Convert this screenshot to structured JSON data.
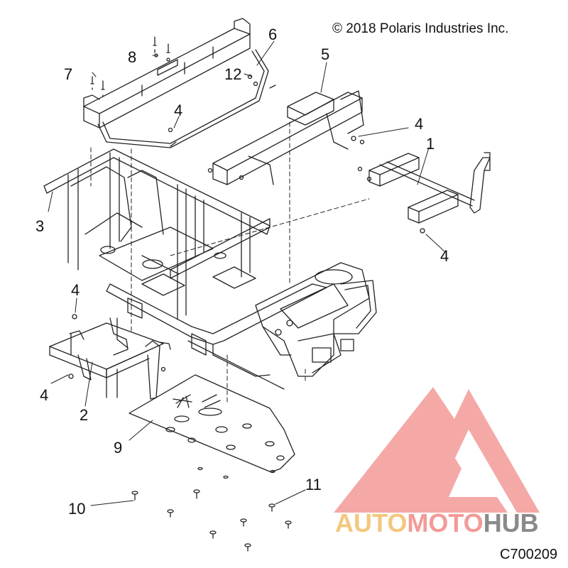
{
  "copyright": "© 2018 Polaris Industries Inc.",
  "diagram_code": "C700209",
  "watermark": {
    "part1": "AUTO",
    "part2": "MOTO",
    "part3": "HUB",
    "colors": {
      "auto": "#f3c87e",
      "moto": "#f39a97",
      "hub": "#8a8a8a",
      "logo": "#f08f8f"
    }
  },
  "callouts": {
    "c1": "1",
    "c2": "2",
    "c3": "3",
    "c4a": "4",
    "c4b": "4",
    "c4c": "4",
    "c4d": "4",
    "c4e": "4",
    "c5": "5",
    "c6": "6",
    "c7": "7",
    "c8": "8",
    "c9": "9",
    "c10": "10",
    "c11": "11",
    "c12": "12"
  }
}
